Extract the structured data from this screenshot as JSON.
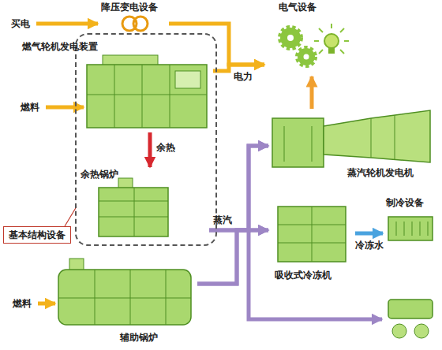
{
  "diagram": {
    "nodes": [
      {
        "text": [
          "降压变电设备"
        ]
      },
      {
        "text": [
          "电气设备"
        ]
      },
      {
        "text": [
          "基本结构设备"
        ]
      },
      {
        "text": [
          "燃气轮机发电装置"
        ],
        "in": 2
      },
      {
        "text": [
          "余热锅炉"
        ],
        "in": 2
      },
      {
        "text": [
          "蒸汽轮机发电机"
        ]
      },
      {
        "text": [
          "吸收式冷冻机"
        ]
      },
      {
        "text": [
          "制冷设备"
        ]
      },
      {
        "text": [
          "辅助锅炉"
        ]
      }
    ],
    "edges": [
      {
        "from": 0,
        "to": 1,
        "arrow": "to"
      },
      {
        "from": 3,
        "to": 1,
        "label": "电力",
        "arrow": "to"
      },
      {
        "from": 3,
        "to": 4,
        "label": "余热",
        "arrow": "to"
      },
      {
        "from": 4,
        "to": 5,
        "label": "蒸汽",
        "arrow": "to"
      },
      {
        "from": 4,
        "to": 6,
        "arrow": "to"
      },
      {
        "from": 8,
        "to": 5,
        "arrow": "to"
      },
      {
        "from": 8,
        "to": 6,
        "arrow": "to"
      },
      {
        "from": 5,
        "to": 1,
        "arrow": "to"
      },
      {
        "from": 6,
        "to": 7,
        "label": "冷冻水",
        "arrow": "to"
      }
    ],
    "labels": [
      "买电",
      "燃料",
      "燃料"
    ]
  }
}
